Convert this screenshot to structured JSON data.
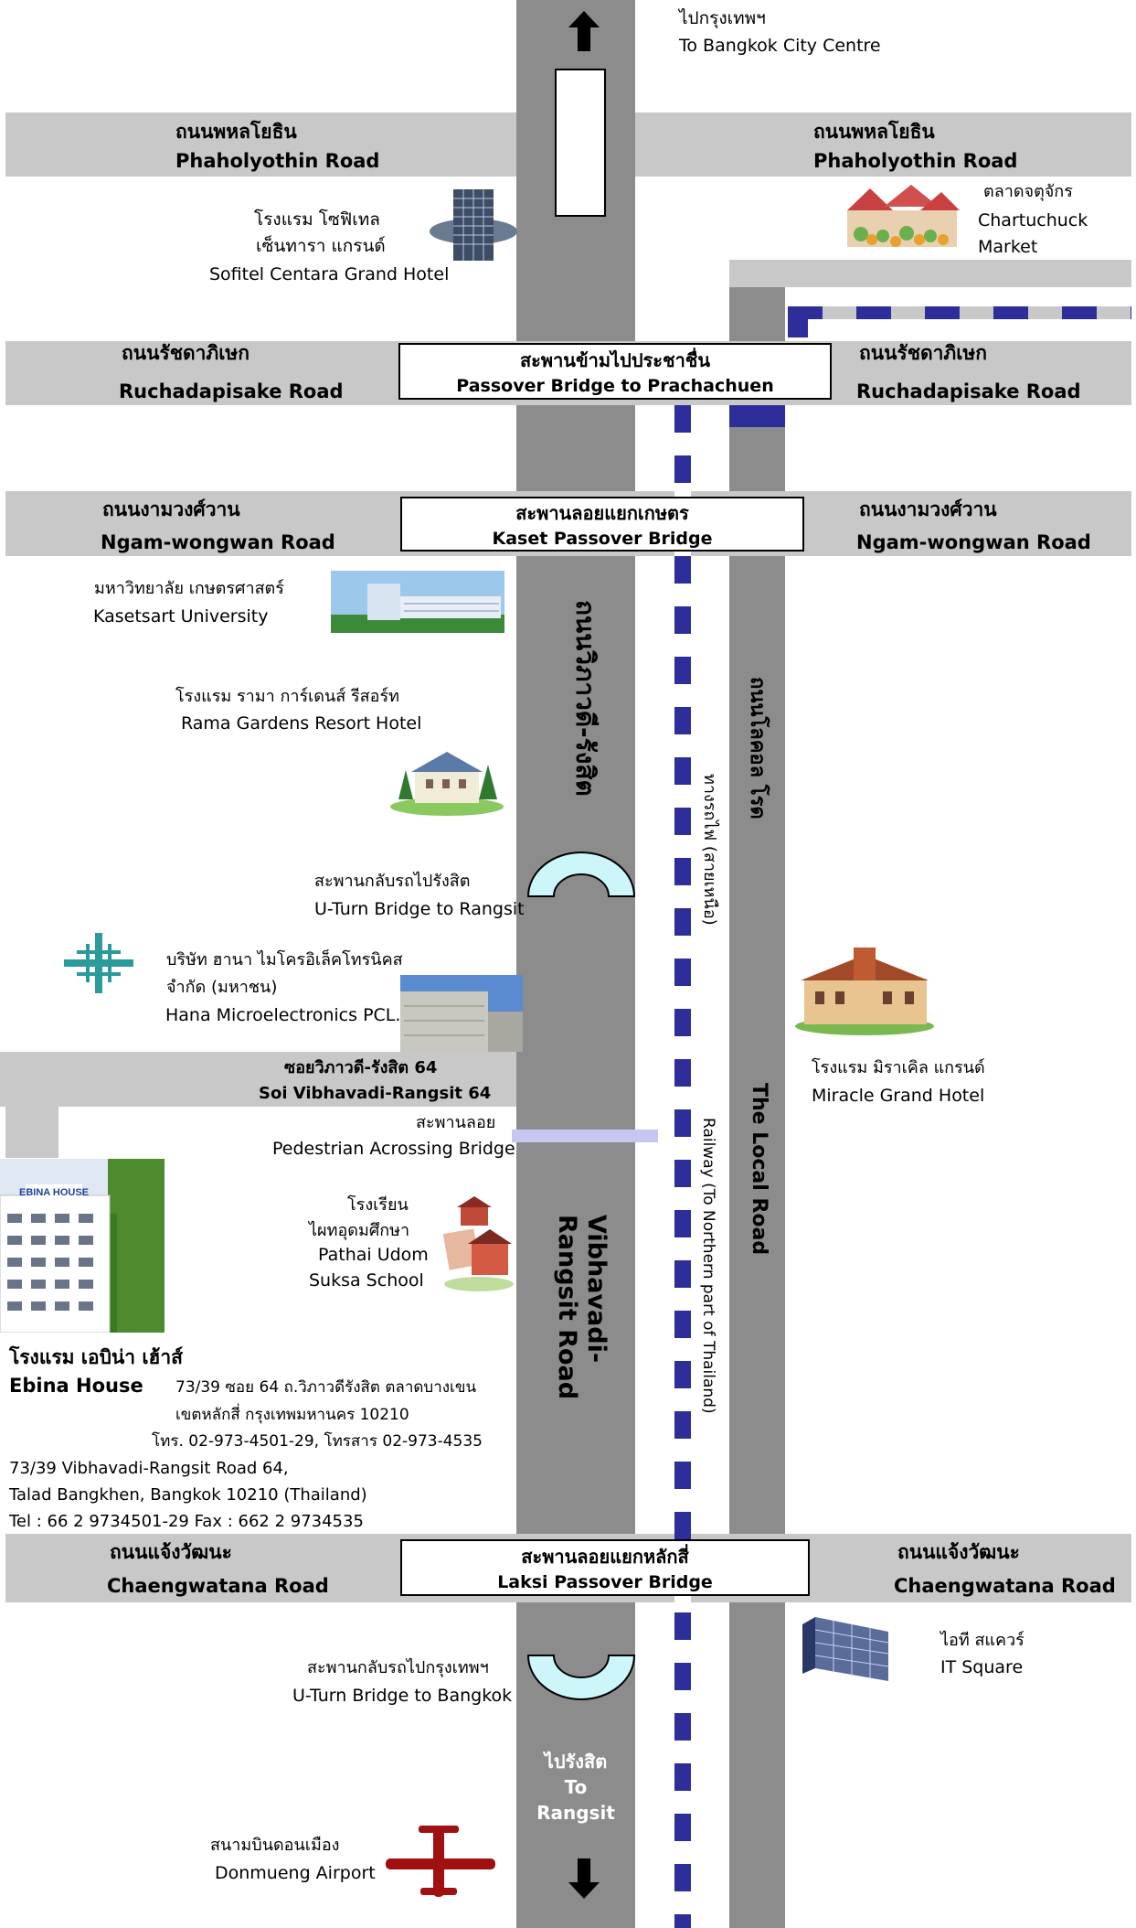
{
  "top_direction": {
    "th": "ไปกรุงเทพฯ",
    "en": "To Bangkok City Centre"
  },
  "bottom_direction": {
    "th": "ไปรังสิต",
    "to": "To",
    "en": "Rangsit"
  },
  "roads": {
    "phaholyothin": {
      "th": "ถนนพหลโยธิน",
      "en": "Phaholyothin Road"
    },
    "ruchadapisake": {
      "th": "ถนนรัชดาภิเษก",
      "en": "Ruchadapisake Road"
    },
    "ngamwongwan": {
      "th": "ถนนงามวงศ์วาน",
      "en": "Ngam-wongwan Road"
    },
    "chaengwatana": {
      "th": "ถนนแจ้งวัฒนะ",
      "en": "Chaengwatana Road"
    },
    "vibhavadi": {
      "th": "ถนนวิภาวดี-รังสิต",
      "en": "Vibhavadi-Rangsit Road"
    },
    "local": {
      "th": "ถนนโลคอล โรด",
      "en": "The Local Road"
    },
    "railway": {
      "th": "ทางรถไฟ (สายเหนือ)",
      "en": "Railway (To Northern part of Thailand)"
    },
    "soi64": {
      "th": "ซอยวิภาวดี-รังสิต 64",
      "en": "Soi Vibhavadi-Rangsit 64"
    }
  },
  "bridges": {
    "prachachuen": {
      "th": "สะพานข้ามไปประชาชื่น",
      "en": "Passover Bridge to Prachachuen"
    },
    "kaset": {
      "th": "สะพานลอยแยกเกษตร",
      "en": "Kaset Passover Bridge"
    },
    "laksi": {
      "th": "สะพานลอยแยกหลักสี่",
      "en": "Laksi Passover Bridge"
    },
    "uturn_rangsit": {
      "th": "สะพานกลับรถไปรังสิต",
      "en": "U-Turn Bridge to Rangsit"
    },
    "uturn_bangkok": {
      "th": "สะพานกลับรถไปกรุงเทพฯ",
      "en": "U-Turn Bridge to Bangkok"
    },
    "pedestrian": {
      "th": "สะพานลอย",
      "en": "Pedestrian Acrossing Bridge"
    }
  },
  "landmarks": {
    "sofitel": {
      "th1": "โรงแรม โซฟิเทล",
      "th2": "เซ็นทารา แกรนด์",
      "en": "Sofitel Centara Grand Hotel"
    },
    "chatuchak": {
      "th": "ตลาดจตุจักร",
      "en1": "Chartuchuck",
      "en2": "Market"
    },
    "kasetsart": {
      "th": "มหาวิทยาลัย เกษตรศาสตร์",
      "en": "Kasetsart University"
    },
    "rama": {
      "th": "โรงแรม รามา การ์เดนส์ รีสอร์ท",
      "en": "Rama Gardens Resort Hotel"
    },
    "hana": {
      "th1": "บริษัท ฮานา ไมโครอิเล็คโทรนิคส",
      "th2": "จำกัด (มหาชน)",
      "en": "Hana Microelectronics PCL."
    },
    "miracle": {
      "th": "โรงแรม มิราเคิล แกรนด์",
      "en": "Miracle Grand Hotel"
    },
    "school": {
      "th1": "โรงเรียน",
      "th2": "ไผทอุดมศึกษา",
      "en1": "Pathai Udom",
      "en2": "Suksa School"
    },
    "itsquare": {
      "th": "ไอที สแควร์",
      "en": "IT Square"
    },
    "airport": {
      "th": "สนามบินดอนเมือง",
      "en": "Donmueng Airport"
    },
    "ebina_sign": "EBINA HOUSE"
  },
  "ebina": {
    "name_th": "โรงแรม เอบิน่า เฮ้าส์",
    "name_en": "Ebina House",
    "addr_th1": "73/39 ซอย 64 ถ.วิภาวดีรังสิต ตลาดบางเขน",
    "addr_th2": "เขตหลักสี่ กรุงเทพมหานคร 10210",
    "tel_th": "โทร. 02-973-4501-29, โทรสาร 02-973-4535",
    "addr_en1": "73/39 Vibhavadi-Rangsit Road 64,",
    "addr_en2": "Talad Bangkhen, Bangkok 10210 (Thailand)",
    "tel_en": "Tel : 66 2 9734501-29 Fax : 662 2 9734535"
  },
  "colors": {
    "road_light": "#c8c8c8",
    "road_dark": "#8c8c8c",
    "rail": "#2e2e9a",
    "uturn": "#ccf6fa",
    "ped_bridge": "#c6c6f0",
    "plane": "#a01010"
  }
}
